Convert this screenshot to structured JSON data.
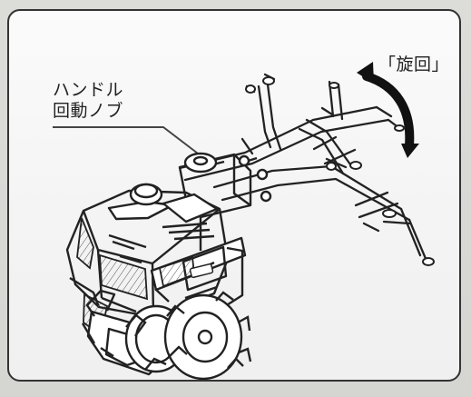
{
  "diagram": {
    "labels": {
      "handle_knob_line1": "ハンドル",
      "handle_knob_line2": "回動ノブ",
      "rotation": "「旋回」"
    }
  }
}
